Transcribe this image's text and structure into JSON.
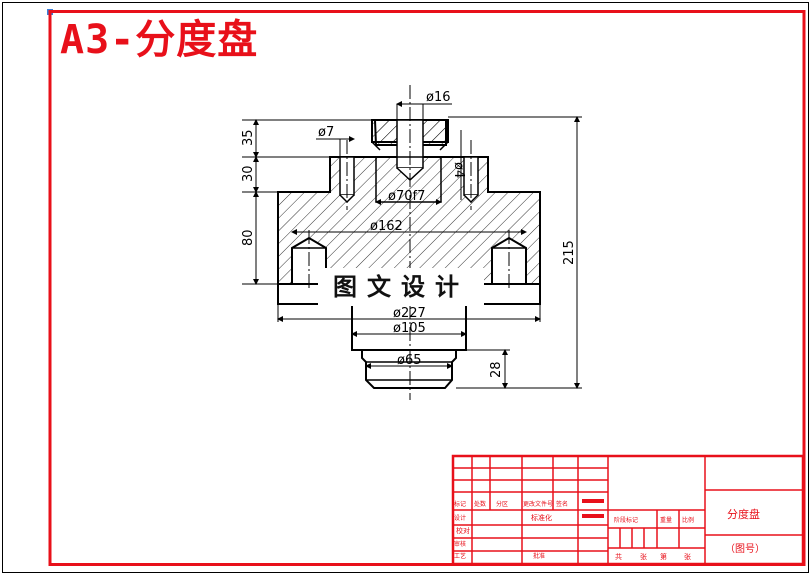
{
  "sheet": {
    "title": "A3-分度盘",
    "watermark": "图文设计"
  },
  "dimensions": {
    "d16": "ø16",
    "d7": "ø7",
    "d4": "ø4",
    "d70f7": "ø70f7",
    "d162": "ø162",
    "d227": "ø227",
    "d105": "ø105",
    "d65": "ø65",
    "h35": "35",
    "h30": "30",
    "h80": "80",
    "h215": "215",
    "h28": "28"
  },
  "title_block": {
    "part_name": "分度盘",
    "drawing_no": "（图号）",
    "standardization": "标准化",
    "proofread": "校对",
    "design": "设计",
    "audit": "审核",
    "process": "工艺",
    "approve": "批准",
    "mark": "标记",
    "count": "处数",
    "zone": "分区",
    "change_doc": "更改文件号",
    "signature": "签名",
    "stage_mark": "阶段标记",
    "weight": "重量",
    "scale": "比例",
    "total": "共",
    "sheets": "张",
    "sheet_no": "第",
    "sheet_unit": "张"
  },
  "colors": {
    "frame": "#e8101a",
    "lines": "#000000",
    "hatch": "#000000"
  }
}
